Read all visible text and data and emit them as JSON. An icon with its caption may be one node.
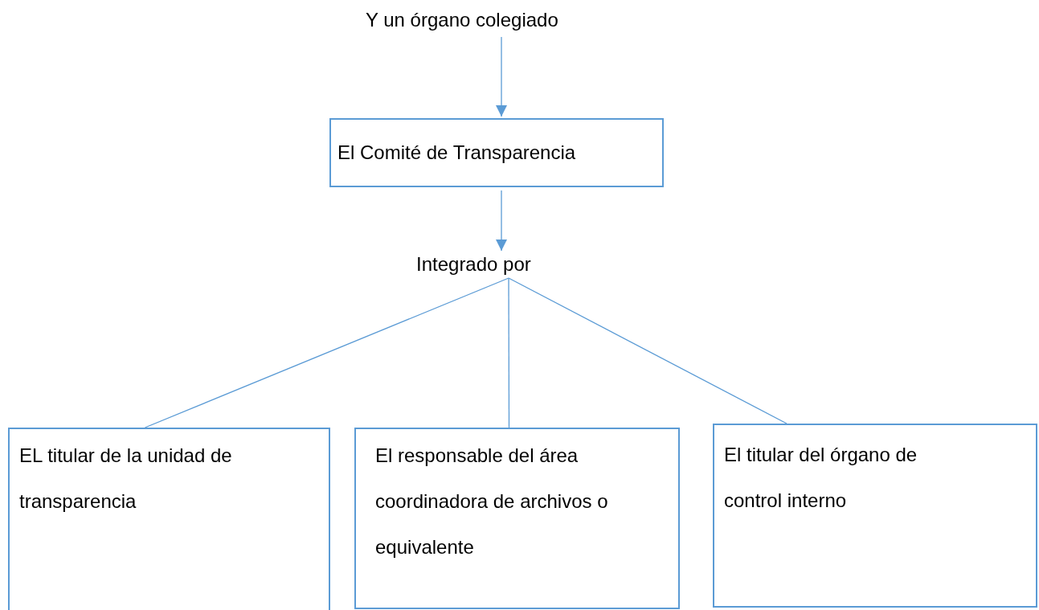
{
  "diagram": {
    "nodes": [
      {
        "text": [
          "Y un órgano colegiado"
        ]
      },
      {
        "text": [
          "El Comité de Transparencia"
        ]
      },
      {
        "text": [
          "Integrado por"
        ]
      },
      {
        "text": [
          "EL titular de la unidad de transparencia"
        ]
      },
      {
        "text": [
          "El responsable del área coordinadora de archivos o equivalente"
        ]
      },
      {
        "text": [
          "El titular del órgano de control interno"
        ]
      }
    ],
    "edges": [
      {
        "from": 0,
        "to": 1,
        "arrow": "to"
      },
      {
        "from": 1,
        "to": 2,
        "arrow": "to"
      },
      {
        "from": 2,
        "to": 3,
        "arrow": "none"
      },
      {
        "from": 2,
        "to": 4,
        "arrow": "none"
      },
      {
        "from": 2,
        "to": 5,
        "arrow": "none"
      }
    ]
  }
}
